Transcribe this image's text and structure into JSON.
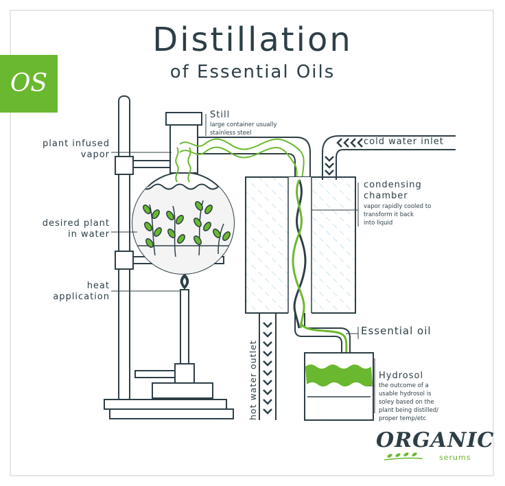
{
  "title": {
    "main": "Distillation",
    "sub": "of Essential Oils"
  },
  "badge": {
    "text": "OS"
  },
  "labels": {
    "plant_vapor": [
      "plant infused",
      "vapor"
    ],
    "plant_water": [
      "desired plant",
      "in water"
    ],
    "heat": [
      "heat",
      "application"
    ],
    "still_title": "Still",
    "still_desc": [
      "large container usually",
      "stainless steel"
    ],
    "cold_water_inlet": "cold water inlet",
    "condensing_title": [
      "condensing",
      "chamber"
    ],
    "condensing_desc": [
      "vapor rapidly cooled to",
      "transform it back",
      "into liquid"
    ],
    "hot_water_outlet": "hot water outlet",
    "essential_oil": "Essential oil",
    "hydrosol_title": "Hydrosol",
    "hydrosol_desc": [
      "the outcome of a",
      "usable hydrosol is",
      "soley based on the",
      "plant being distilled/",
      "proper temp/etc"
    ]
  },
  "logo": {
    "main": "ORGANIC",
    "sub": "serums"
  },
  "colors": {
    "ink": "#2c3e46",
    "green": "#6ab82f",
    "light_blue": "#a9cfe6"
  }
}
